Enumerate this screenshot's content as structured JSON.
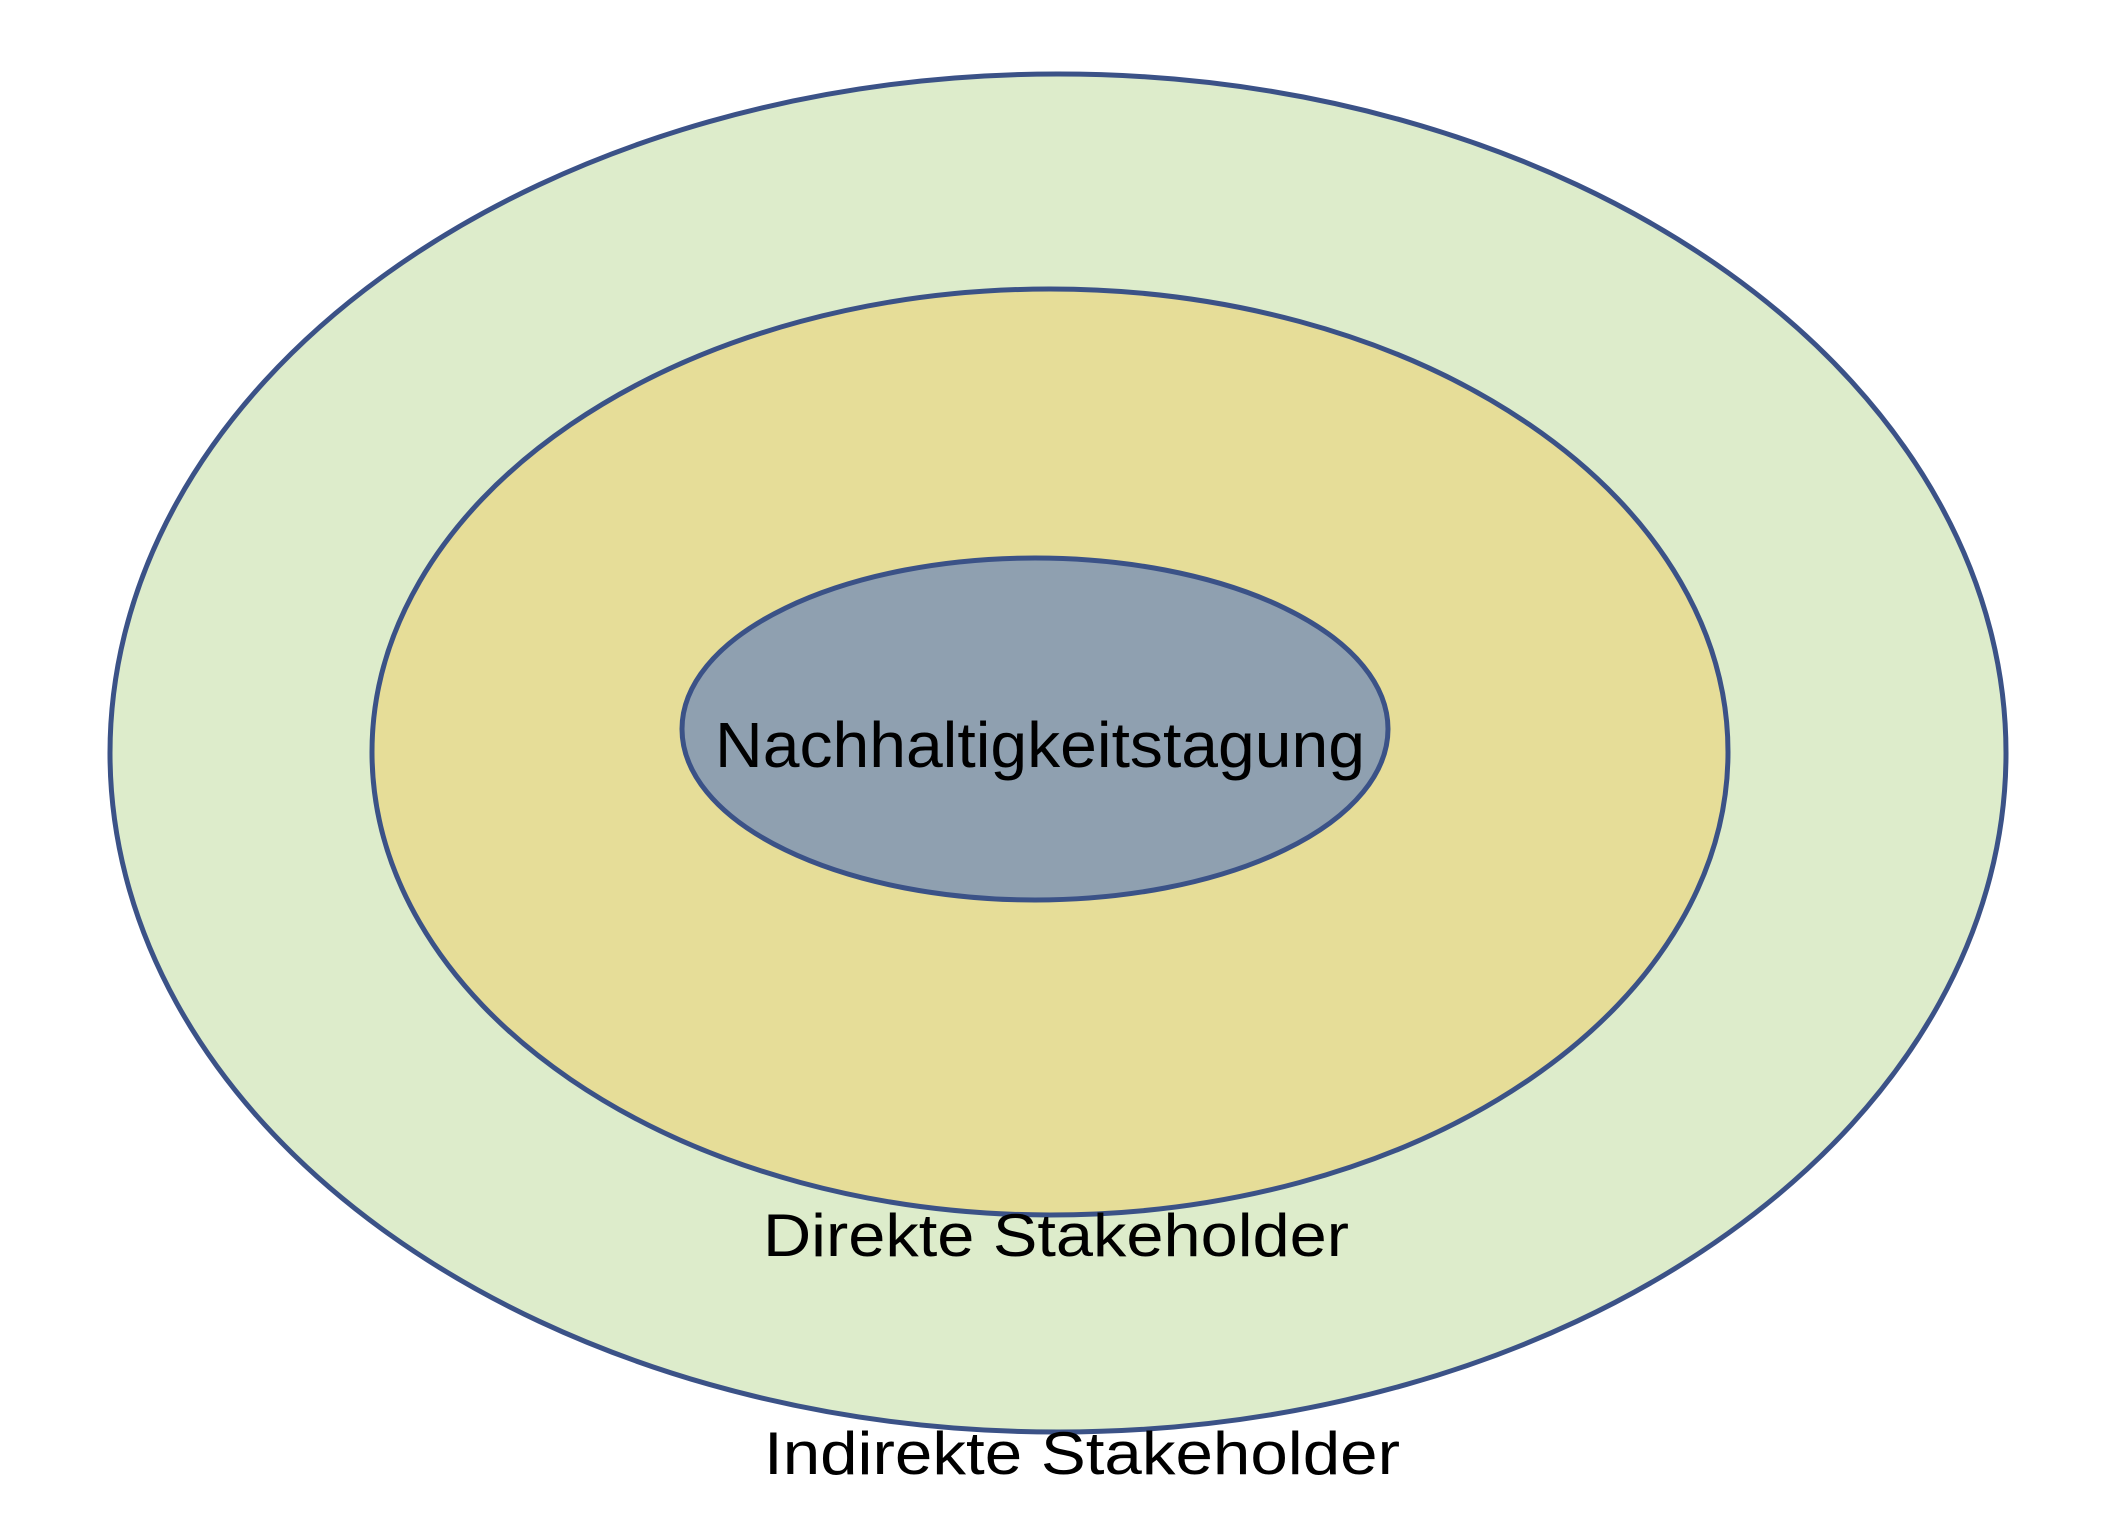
{
  "diagram": {
    "outer_ring": {
      "label": "Indirekte Stakeholder",
      "fill": "#ddeccb"
    },
    "middle_ring": {
      "label": "Direkte Stakeholder",
      "fill": "#e6dd98"
    },
    "core": {
      "label": "Nachhaltigkeitstagung",
      "fill": "#8fa0b0"
    },
    "stroke_color": "#3b5287"
  }
}
